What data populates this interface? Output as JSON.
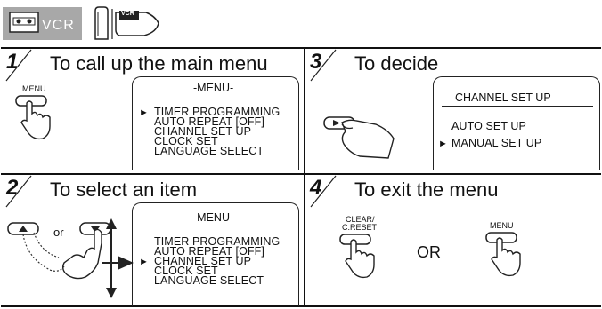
{
  "header": {
    "vcr_badge": "VCR",
    "remote_tag": "VCR"
  },
  "steps": [
    {
      "number": "1",
      "title": "To call up the main menu",
      "button_label": "MENU",
      "screen": {
        "title": "-MENU-",
        "items": [
          "TIMER PROGRAMMING",
          "AUTO REPEAT  [OFF]",
          "CHANNEL SET UP",
          "CLOCK SET",
          "LANGUAGE SELECT"
        ],
        "cursor_index": 0
      }
    },
    {
      "number": "2",
      "title": "To select an item",
      "or_label": "or",
      "screen": {
        "title": "-MENU-",
        "items": [
          "TIMER PROGRAMMING",
          "AUTO REPEAT  [OFF]",
          "CHANNEL SET UP",
          "CLOCK SET",
          "LANGUAGE SELECT"
        ],
        "cursor_index": 2
      }
    },
    {
      "number": "3",
      "title": "To decide",
      "screen": {
        "title": "CHANNEL SET UP",
        "items": [
          "AUTO SET UP",
          "MANUAL SET UP"
        ],
        "cursor_index": 1
      }
    },
    {
      "number": "4",
      "title": "To exit the menu",
      "clear_label_1": "CLEAR/",
      "clear_label_2": "C.RESET",
      "or_label": "OR",
      "menu_label": "MENU"
    }
  ],
  "cursor_glyph": "►"
}
